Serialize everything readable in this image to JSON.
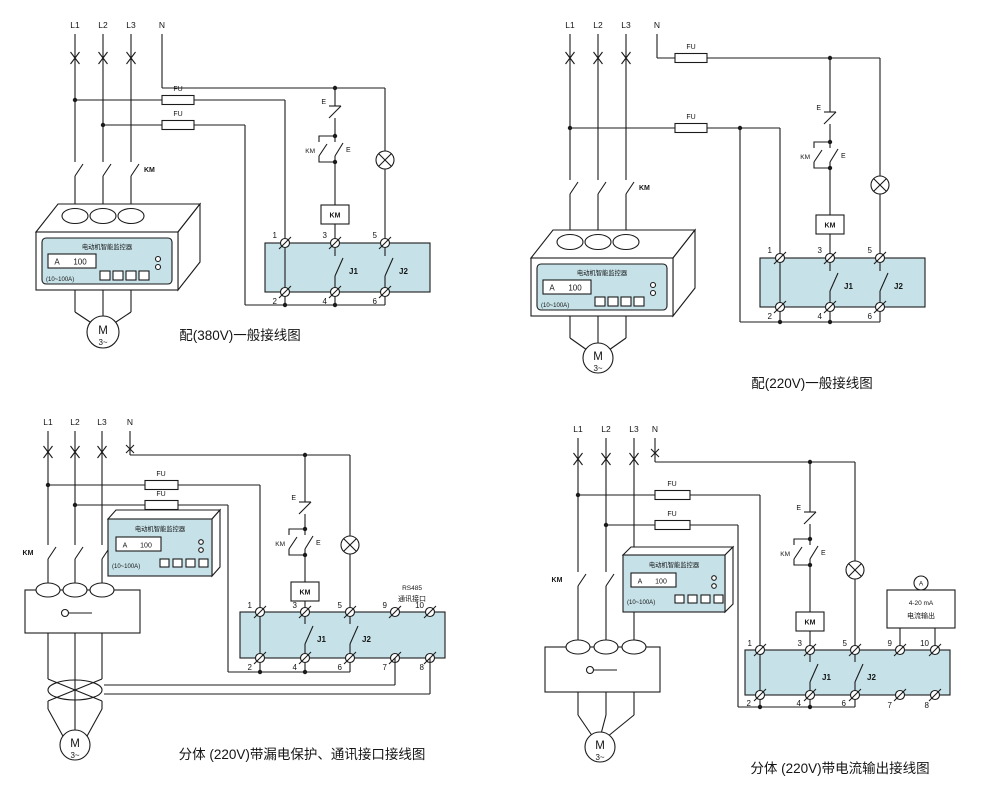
{
  "colors": {
    "terminal_strip": "#c6e2e8",
    "device_panel": "#c9e4ea",
    "line": "#1b1b1b"
  },
  "common": {
    "phases": [
      "L1",
      "L2",
      "L3"
    ],
    "neutral": "N",
    "fuse": "FU",
    "contactor": "KM",
    "button": "E",
    "device": {
      "title": "电动机智能监控器",
      "unit": "A",
      "value": "100",
      "range": "(10~100A)"
    },
    "relay1": "J1",
    "relay2": "J2",
    "motor": "M",
    "motor_phase": "3~"
  },
  "diagram1": {
    "title": "配(380V)一般接线图",
    "t_top": [
      "1",
      "3",
      "5"
    ],
    "t_bottom": [
      "2",
      "4",
      "6"
    ]
  },
  "diagram2": {
    "title": "配(220V)一般接线图",
    "t_top": [
      "1",
      "3",
      "5"
    ],
    "t_bottom": [
      "2",
      "4",
      "6"
    ]
  },
  "diagram3": {
    "title": "分体 (220V)带漏电保护、通讯接口接线图",
    "comm1": "RS485",
    "comm2": "通讯接口",
    "t_top": [
      "1",
      "3",
      "5",
      "9",
      "10"
    ],
    "t_bottom": [
      "2",
      "4",
      "6",
      "7",
      "8"
    ]
  },
  "diagram4": {
    "title": "分体 (220V)带电流输出接线图",
    "out1": "4-20 mA",
    "out2": "电流输出",
    "meter": "A",
    "t_top": [
      "1",
      "3",
      "5",
      "9",
      "10"
    ],
    "t_bottom": [
      "2",
      "4",
      "6",
      "7",
      "8"
    ]
  }
}
